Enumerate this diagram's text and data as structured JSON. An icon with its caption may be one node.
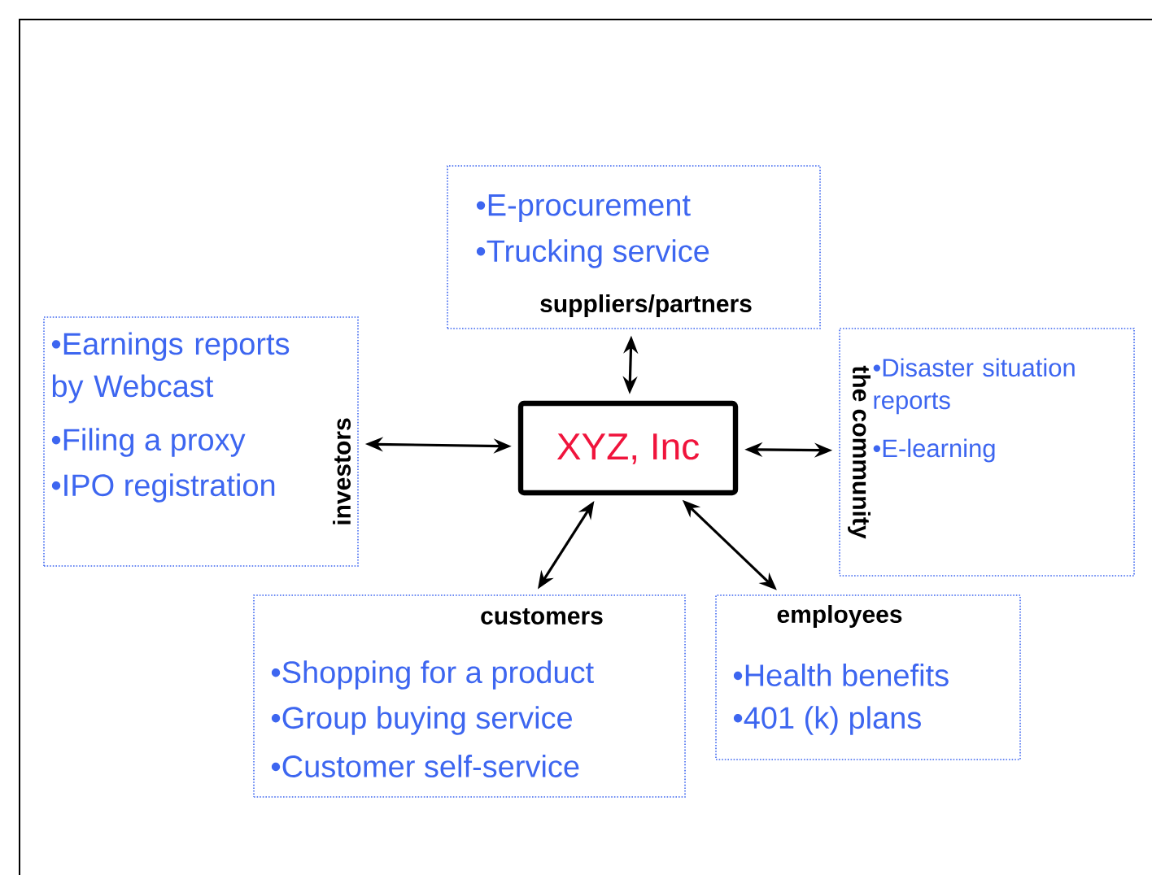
{
  "diagram": {
    "nodes": [
      {
        "text": [
          "•E-procurement",
          "•Trucking service",
          "suppliers/partners"
        ]
      },
      {
        "text": [
          "•Earnings reports by Webcast",
          "•Filing a proxy",
          "•IPO registration",
          "investors"
        ]
      },
      {
        "text": [
          "XYZ, Inc"
        ]
      },
      {
        "text": [
          "the community",
          "•Disaster situation reports",
          "•E-learning"
        ]
      },
      {
        "text": [
          "customers",
          "•Shopping for a product",
          "•Group buying service",
          "•Customer self-service"
        ]
      },
      {
        "text": [
          "employees",
          "•Health benefits",
          "•401 (k) plans"
        ]
      }
    ],
    "edges": [
      {
        "from": 2,
        "to": 0,
        "arrow": "both"
      },
      {
        "from": 2,
        "to": 1,
        "arrow": "both"
      },
      {
        "from": 2,
        "to": 3,
        "arrow": "both"
      },
      {
        "from": 2,
        "to": 4,
        "arrow": "both"
      },
      {
        "from": 2,
        "to": 5,
        "arrow": "both"
      }
    ]
  }
}
